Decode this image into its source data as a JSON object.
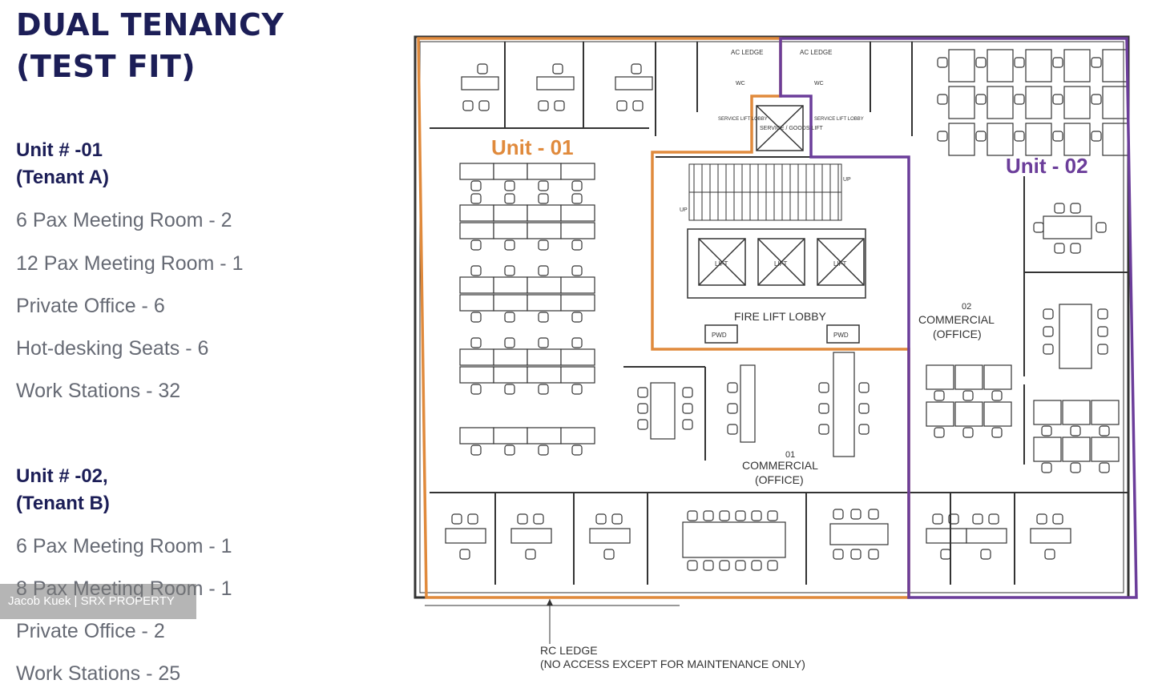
{
  "heading": {
    "line1": "DUAL TENANCY",
    "line2": "(TEST FIT)"
  },
  "tenant_a": {
    "unit": "Unit #   -01",
    "tenant": "(Tenant A)",
    "items": [
      "6 Pax Meeting Room - 2",
      "12 Pax Meeting Room - 1",
      "Private Office - 6",
      "Hot-desking Seats - 6",
      "Work Stations - 32"
    ]
  },
  "tenant_b": {
    "unit": "Unit #   -02,",
    "tenant": "(Tenant B)",
    "items": [
      "6 Pax Meeting Room - 1",
      "8 Pax Meeting Room - 1",
      "Private Office - 2",
      "Work Stations - 25"
    ]
  },
  "watermark": "Jacob Kuek | SRX PROPERTY",
  "plan": {
    "unit01_label": "Unit - 01",
    "unit02_label": "Unit - 02",
    "ac_ledge_1": "AC LEDGE",
    "ac_ledge_2": "AC LEDGE",
    "service_lift_lobby_1": "SERVICE LIFT LOBBY",
    "service_lift_lobby_2": "SERVICE LIFT LOBBY",
    "service_lift": "SERVICE / GOODS LIFT",
    "fire_lift_lobby": "FIRE LIFT LOBBY",
    "pwd_1": "PWD",
    "pwd_2": "PWD",
    "lift_1": "LIFT",
    "lift_2": "LIFT",
    "lift_3": "LIFT",
    "up_1": "UP",
    "up_2": "UP",
    "wc_1": "WC",
    "wc_2": "WC",
    "commercial_01_num": "01",
    "commercial_01_name": "COMMERCIAL",
    "commercial_01_use": "(OFFICE)",
    "commercial_02_num": "02",
    "commercial_02_name": "COMMERCIAL",
    "commercial_02_use": "(OFFICE)",
    "rc_ledge": "RC LEDGE",
    "rc_ledge_note": "(NO ACCESS EXCEPT FOR MAINTENANCE ONLY)",
    "colors": {
      "unit01": "#e08a3c",
      "unit02": "#6b3d9a",
      "walls": "#333333"
    }
  }
}
